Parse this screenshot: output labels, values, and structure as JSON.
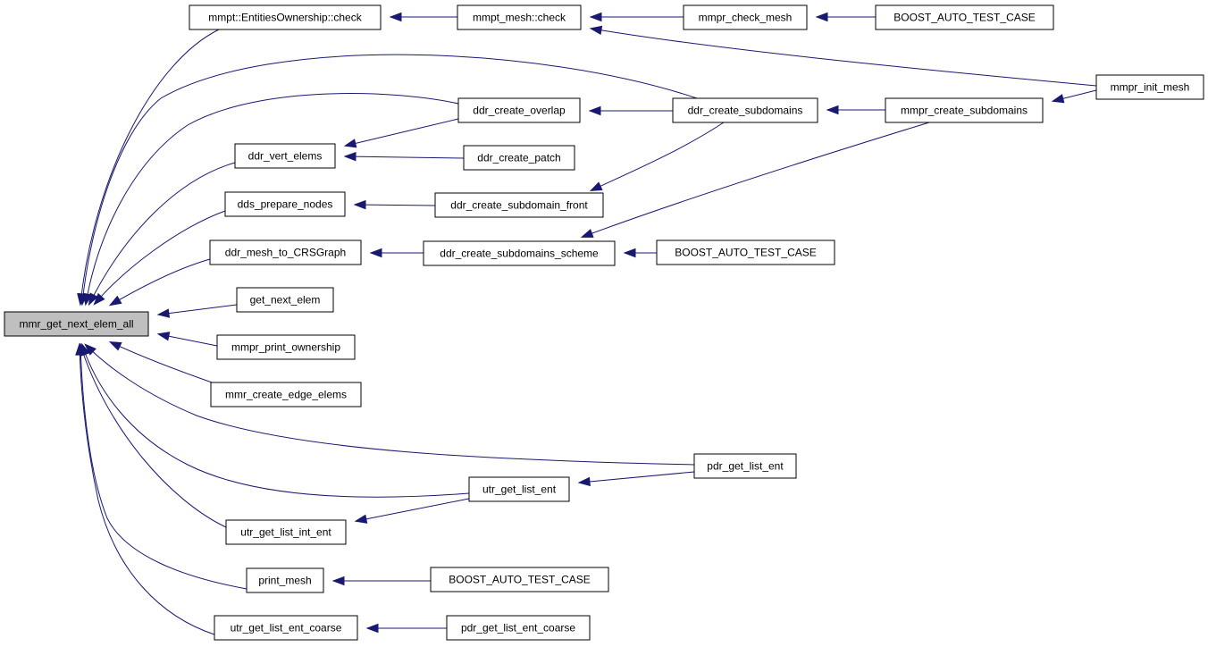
{
  "graph": {
    "root": "mmr_get_next_elem_all",
    "nodes": [
      {
        "id": "n0",
        "label": "mmr_get_next_elem_all"
      },
      {
        "id": "n1",
        "label": "mmpt::EntitiesOwnership::check"
      },
      {
        "id": "n2",
        "label": "mmpt_mesh::check"
      },
      {
        "id": "n3",
        "label": "mmpr_check_mesh"
      },
      {
        "id": "n4",
        "label": "BOOST_AUTO_TEST_CASE"
      },
      {
        "id": "n5",
        "label": "mmpr_init_mesh"
      },
      {
        "id": "n6",
        "label": "ddr_create_subdomains"
      },
      {
        "id": "n7",
        "label": "mmpr_create_subdomains"
      },
      {
        "id": "n8",
        "label": "ddr_create_overlap"
      },
      {
        "id": "n9",
        "label": "ddr_vert_elems"
      },
      {
        "id": "n10",
        "label": "ddr_create_patch"
      },
      {
        "id": "n11",
        "label": "dds_prepare_nodes"
      },
      {
        "id": "n12",
        "label": "ddr_create_subdomain_front"
      },
      {
        "id": "n13",
        "label": "ddr_mesh_to_CRSGraph"
      },
      {
        "id": "n14",
        "label": "ddr_create_subdomains_scheme"
      },
      {
        "id": "n15",
        "label": "BOOST_AUTO_TEST_CASE"
      },
      {
        "id": "n16",
        "label": "get_next_elem"
      },
      {
        "id": "n17",
        "label": "mmpr_print_ownership"
      },
      {
        "id": "n18",
        "label": "mmr_create_edge_elems"
      },
      {
        "id": "n19",
        "label": "pdr_get_list_ent"
      },
      {
        "id": "n20",
        "label": "utr_get_list_ent"
      },
      {
        "id": "n21",
        "label": "utr_get_list_int_ent"
      },
      {
        "id": "n22",
        "label": "print_mesh"
      },
      {
        "id": "n23",
        "label": "BOOST_AUTO_TEST_CASE"
      },
      {
        "id": "n24",
        "label": "utr_get_list_ent_coarse"
      },
      {
        "id": "n25",
        "label": "pdr_get_list_ent_coarse"
      }
    ],
    "edges": [
      {
        "from": "n1",
        "to": "n0"
      },
      {
        "from": "n6",
        "to": "n0"
      },
      {
        "from": "n8",
        "to": "n0"
      },
      {
        "from": "n9",
        "to": "n0"
      },
      {
        "from": "n11",
        "to": "n0"
      },
      {
        "from": "n13",
        "to": "n0"
      },
      {
        "from": "n16",
        "to": "n0"
      },
      {
        "from": "n17",
        "to": "n0"
      },
      {
        "from": "n18",
        "to": "n0"
      },
      {
        "from": "n19",
        "to": "n0"
      },
      {
        "from": "n20",
        "to": "n0"
      },
      {
        "from": "n21",
        "to": "n0"
      },
      {
        "from": "n22",
        "to": "n0"
      },
      {
        "from": "n24",
        "to": "n0"
      },
      {
        "from": "n2",
        "to": "n1"
      },
      {
        "from": "n3",
        "to": "n2"
      },
      {
        "from": "n5",
        "to": "n2"
      },
      {
        "from": "n4",
        "to": "n3"
      },
      {
        "from": "n7",
        "to": "n6"
      },
      {
        "from": "n5",
        "to": "n7"
      },
      {
        "from": "n6",
        "to": "n8"
      },
      {
        "from": "n8",
        "to": "n9"
      },
      {
        "from": "n10",
        "to": "n9"
      },
      {
        "from": "n12",
        "to": "n11"
      },
      {
        "from": "n6",
        "to": "n12"
      },
      {
        "from": "n14",
        "to": "n13"
      },
      {
        "from": "n7",
        "to": "n14"
      },
      {
        "from": "n15",
        "to": "n14"
      },
      {
        "from": "n19",
        "to": "n20"
      },
      {
        "from": "n20",
        "to": "n21"
      },
      {
        "from": "n23",
        "to": "n22"
      },
      {
        "from": "n25",
        "to": "n24"
      }
    ],
    "colors": {
      "edge": "#191970",
      "root_fill": "#bfbfbf",
      "node_fill": "#ffffff",
      "node_border": "#000000"
    }
  }
}
